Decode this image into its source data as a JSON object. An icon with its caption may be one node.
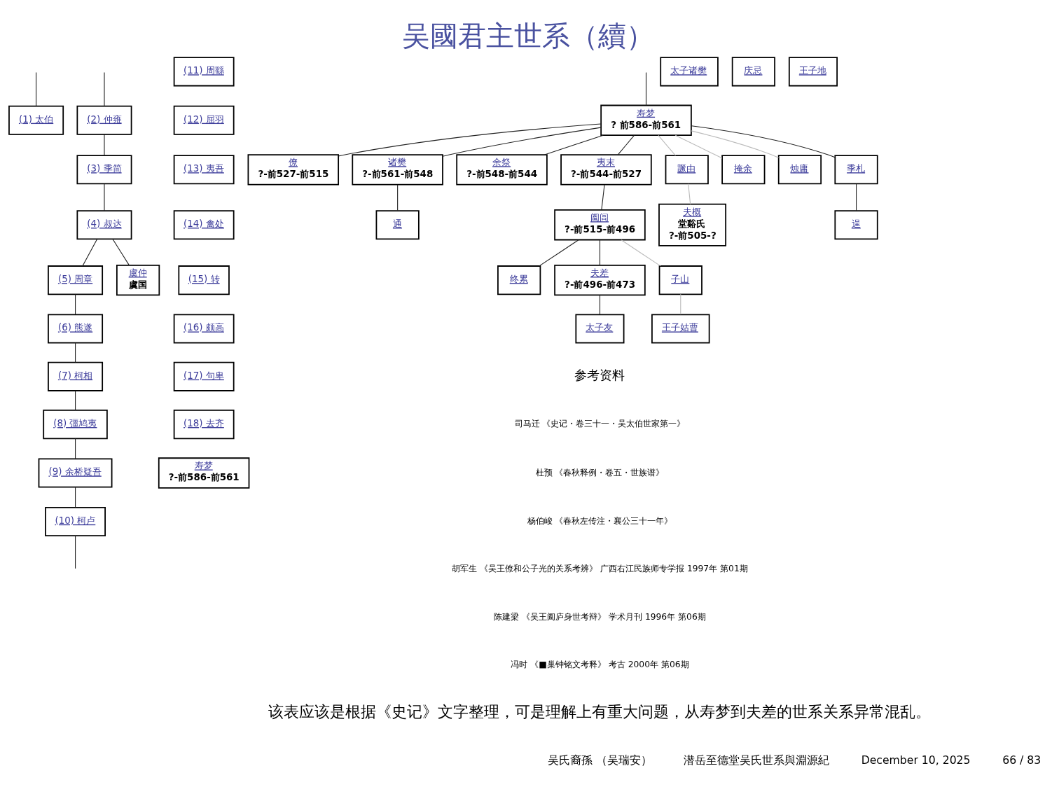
{
  "diagram": {
    "title": "吴國君主世系（續）",
    "nodes": [
      {
        "text": [
          "(1) 太伯"
        ]
      },
      {
        "text": [
          "(2) 仲雍"
        ]
      },
      {
        "text": [
          "(3) 季简"
        ]
      },
      {
        "text": [
          "(4) 叔达"
        ]
      },
      {
        "text": [
          "(5) 周章"
        ]
      },
      {
        "text": [
          "虞仲",
          "虞国"
        ]
      },
      {
        "text": [
          "(6) 熊遂"
        ]
      },
      {
        "text": [
          "(7) 柯相"
        ]
      },
      {
        "text": [
          "(8) 彊鸠夷"
        ]
      },
      {
        "text": [
          "(9) 余桥疑吾"
        ]
      },
      {
        "text": [
          "(10) 柯卢"
        ]
      },
      {
        "text": [
          "(11) 周繇"
        ]
      },
      {
        "text": [
          "(12) 屈羽"
        ]
      },
      {
        "text": [
          "(13) 夷吾"
        ]
      },
      {
        "text": [
          "(14) 禽处"
        ]
      },
      {
        "text": [
          "(15) 转"
        ]
      },
      {
        "text": [
          "(16) 颇高"
        ]
      },
      {
        "text": [
          "(17) 句卑"
        ]
      },
      {
        "text": [
          "(18) 去齐"
        ]
      },
      {
        "text": [
          "寿梦",
          "?-前586-前561"
        ]
      },
      {
        "text": [
          "寿梦",
          "? 前586-前561"
        ]
      },
      {
        "text": [
          "僚",
          "?-前527-前515"
        ]
      },
      {
        "text": [
          "诸樊",
          "?-前561-前548"
        ]
      },
      {
        "text": [
          "余祭",
          "?-前548-前544"
        ]
      },
      {
        "text": [
          "夷末",
          "?-前544-前527"
        ]
      },
      {
        "text": [
          "蹶由"
        ]
      },
      {
        "text": [
          "掩余"
        ]
      },
      {
        "text": [
          "烛庸"
        ]
      },
      {
        "text": [
          "季札"
        ]
      },
      {
        "text": [
          "太子诸樊"
        ]
      },
      {
        "text": [
          "庆忌"
        ]
      },
      {
        "text": [
          "通"
        ]
      },
      {
        "text": [
          "阖闾",
          "?-前515-前496"
        ]
      },
      {
        "text": [
          "夫概",
          "堂谿氏",
          "?-前505-?"
        ]
      },
      {
        "text": [
          "逞"
        ]
      },
      {
        "text": [
          "终累"
        ]
      },
      {
        "text": [
          "夫差",
          "?-前496-前473"
        ]
      },
      {
        "text": [
          "子山"
        ]
      },
      {
        "text": [
          "太子友"
        ]
      },
      {
        "text": [
          "王子姑曹"
        ]
      },
      {
        "text": [
          "王子地"
        ]
      }
    ],
    "edges": [
      {
        "from": null,
        "to": 0,
        "arrow": "none"
      },
      {
        "from": null,
        "to": 1,
        "arrow": "none"
      },
      {
        "from": 1,
        "to": 2,
        "arrow": "none"
      },
      {
        "from": 2,
        "to": 3,
        "arrow": "none"
      },
      {
        "from": 3,
        "to": 4,
        "arrow": "none"
      },
      {
        "from": 3,
        "to": 5,
        "arrow": "none"
      },
      {
        "from": 4,
        "to": 6,
        "arrow": "none"
      },
      {
        "from": 6,
        "to": 7,
        "arrow": "none"
      },
      {
        "from": 7,
        "to": 8,
        "arrow": "none"
      },
      {
        "from": 8,
        "to": 9,
        "arrow": "none"
      },
      {
        "from": 9,
        "to": 10,
        "arrow": "none"
      },
      {
        "from": 10,
        "to": null,
        "arrow": "none"
      },
      {
        "from": null,
        "to": 20,
        "arrow": "none"
      },
      {
        "from": 20,
        "to": 21,
        "arrow": "none"
      },
      {
        "from": 20,
        "to": 22,
        "arrow": "none"
      },
      {
        "from": 20,
        "to": 23,
        "arrow": "none"
      },
      {
        "from": 20,
        "to": 24,
        "arrow": "none"
      },
      {
        "from": 20,
        "to": 25,
        "arrow": "none",
        "color": "#bbbbbb"
      },
      {
        "from": 20,
        "to": 26,
        "arrow": "none",
        "color": "#bbbbbb"
      },
      {
        "from": 20,
        "to": 27,
        "arrow": "none",
        "color": "#bbbbbb"
      },
      {
        "from": 20,
        "to": 28,
        "arrow": "none"
      },
      {
        "from": 22,
        "to": 31,
        "arrow": "none"
      },
      {
        "from": 24,
        "to": 32,
        "arrow": "none"
      },
      {
        "from": 25,
        "to": 33,
        "arrow": "none",
        "color": "#bbbbbb"
      },
      {
        "from": 28,
        "to": 34,
        "arrow": "none"
      },
      {
        "from": 32,
        "to": 35,
        "arrow": "none"
      },
      {
        "from": 32,
        "to": 36,
        "arrow": "none"
      },
      {
        "from": 32,
        "to": 37,
        "arrow": "none",
        "color": "#bbbbbb"
      },
      {
        "from": 36,
        "to": 38,
        "arrow": "none"
      },
      {
        "from": 37,
        "to": 39,
        "arrow": "none",
        "color": "#bbbbbb"
      }
    ],
    "labels": [
      "参考资料",
      "司马迁 《史记・卷三十一・吴太伯世家第一》",
      "杜预 《春秋释例・卷五・世族谱》",
      "杨伯峻 《春秋左传注・襄公三十一年》",
      "胡军生 《吴王僚和公子光的关系考辨》 广西右江民族师专学报 1997年 第01期",
      "陈建梁 《吴王阖庐身世考辩》 学术月刊 1996年 第06期",
      "冯时 《■巢钟铭文考释》 考古 2000年 第06期",
      "该表应该是根据《史记》文字整理，可是理解上有重大问题，从寿梦到夫差的世系关系异常混乱。",
      "吴氏裔孫 （吴瑞安）",
      "潜岳至德堂吴氏世系與淵源紀",
      "December 10, 2025",
      "66 / 83"
    ]
  }
}
